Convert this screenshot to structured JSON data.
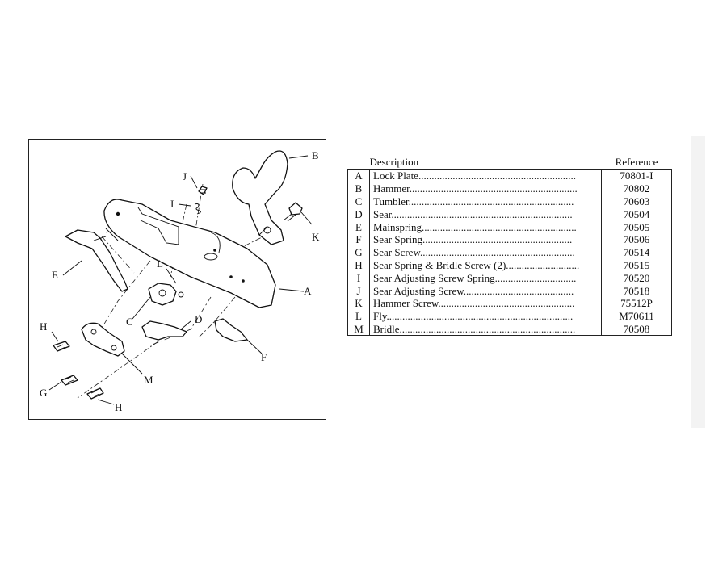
{
  "diagram": {
    "callouts": {
      "A": "A",
      "B": "B",
      "C": "C",
      "D": "D",
      "E": "E",
      "F": "F",
      "G": "G",
      "H_top": "H",
      "H_bottom": "H",
      "I": "I",
      "J": "J",
      "K": "K",
      "L": "L",
      "M": "M"
    }
  },
  "table": {
    "headers": {
      "description": "Description",
      "reference": "Reference"
    },
    "rows": [
      {
        "letter": "A",
        "description": "Lock Plate............................................................",
        "reference": "70801-I"
      },
      {
        "letter": "B",
        "description": "Hammer................................................................",
        "reference": "70802"
      },
      {
        "letter": "C",
        "description": "Tumbler...............................................................",
        "reference": "70603"
      },
      {
        "letter": "D",
        "description": "Sear.....................................................................",
        "reference": "70504"
      },
      {
        "letter": "E",
        "description": "Mainspring...........................................................",
        "reference": "70505"
      },
      {
        "letter": "F",
        "description": "Sear Spring.........................................................",
        "reference": "70506"
      },
      {
        "letter": "G",
        "description": "Sear Screw...........................................................",
        "reference": "70514"
      },
      {
        "letter": "H",
        "description": "Sear Spring & Bridle Screw (2)............................",
        "reference": "70515"
      },
      {
        "letter": "I",
        "description": "Sear Adjusting Screw Spring...............................",
        "reference": "70520"
      },
      {
        "letter": "J",
        "description": "Sear Adjusting Screw..........................................",
        "reference": "70518"
      },
      {
        "letter": "K",
        "description": "Hammer Screw....................................................",
        "reference": "75512P"
      },
      {
        "letter": "L",
        "description": "Fly.......................................................................",
        "reference": "M70611"
      },
      {
        "letter": "M",
        "description": "Bridle...................................................................",
        "reference": "70508"
      }
    ]
  }
}
